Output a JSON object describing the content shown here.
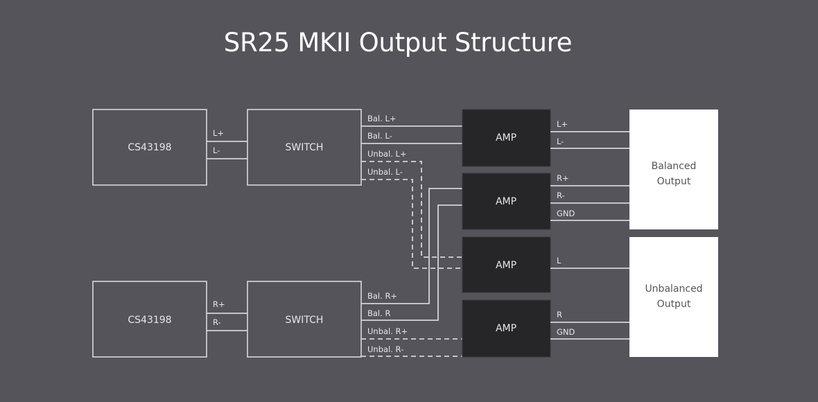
{
  "title": "SR25 MKII Output Structure",
  "blocks": {
    "dac_left": "CS43198",
    "switch_left": "SWITCH",
    "dac_right": "CS43198",
    "switch_right": "SWITCH",
    "amp1": "AMP",
    "amp2": "AMP",
    "amp3": "AMP",
    "amp4": "AMP",
    "balanced_output": [
      "Balanced",
      "Output"
    ],
    "unbalanced_output": [
      "Unbalanced",
      "Output"
    ]
  },
  "wires": {
    "dac_to_switch_left": [
      "L+",
      "L-"
    ],
    "dac_to_switch_right": [
      "R+",
      "R-"
    ],
    "switch_left_out": [
      "Bal. L+",
      "Bal. L-",
      "Unbal. L+",
      "Unbal. L-"
    ],
    "switch_right_out": [
      "Bal. R+",
      "Bal. R",
      "Unbal. R+",
      "Unbal. R-"
    ],
    "amp1_out": [
      "L+",
      "L-"
    ],
    "amp2_out": [
      "R+",
      "R-",
      "GND"
    ],
    "amp3_out": [
      "L"
    ],
    "amp4_out": [
      "R",
      "GND"
    ]
  },
  "colors": {
    "background": "#55545b",
    "amp_fill": "#262527",
    "output_fill": "#ffffff",
    "line": "#d4d4d8"
  }
}
